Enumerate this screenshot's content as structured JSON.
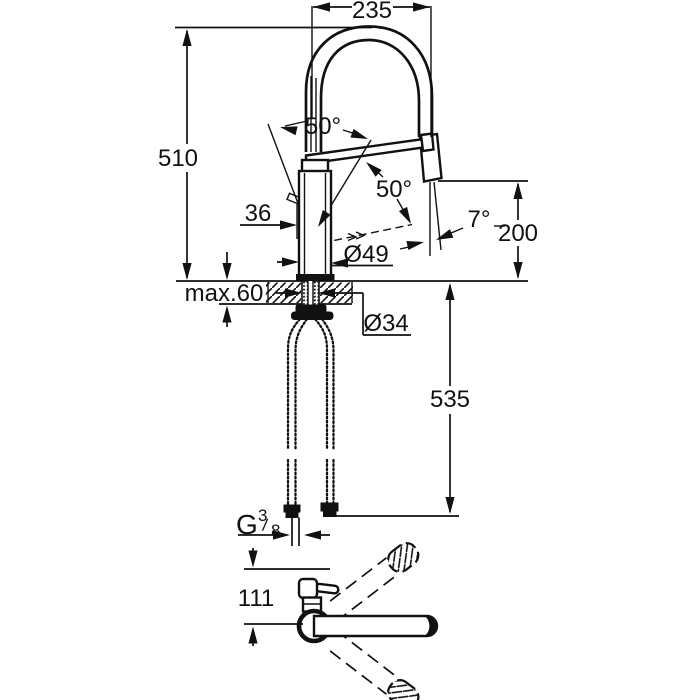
{
  "drawing": {
    "title": "faucet-dimension-drawing",
    "labels": {
      "spout_reach": "235",
      "total_height": "510",
      "lever_angle_up": "50°",
      "lever_offset": "36",
      "lever_angle_down": "50°",
      "spray_angle": "7°",
      "clearance_height": "200",
      "deck_thickness": "max.60",
      "body_diameter": "Ø49",
      "hole_diameter": "Ø34",
      "hose_length": "535",
      "swivel_dim": "111",
      "thread": {
        "letter": "G",
        "numerator": "3",
        "slash": "/",
        "denominator": "8"
      }
    },
    "colors": {
      "line": "#111111",
      "background": "#ffffff"
    }
  }
}
